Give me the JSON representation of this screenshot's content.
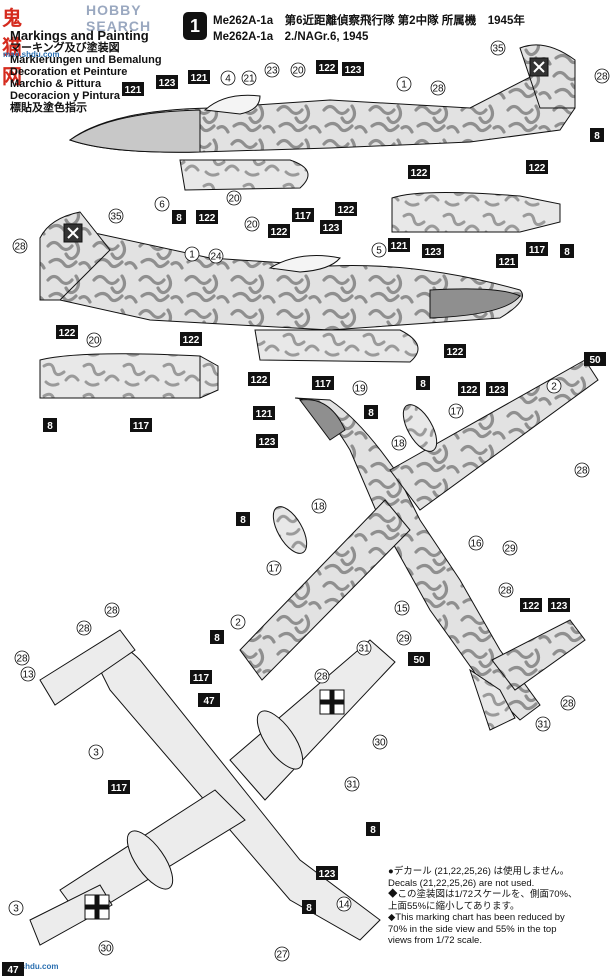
{
  "watermark": {
    "logo": "鬼猫网",
    "search": "HOBBY SEARCH",
    "url_top": "mao.shdu.com",
    "url_bottom": "mao.shdu.com"
  },
  "headings": {
    "languages": [
      "Markings and Painting",
      "マーキング及び塗装図",
      "Markierungen und Bemalung",
      "Decoration et Peinture",
      "Marchio & Pittura",
      "Decoracion y Pintura",
      "標貼及塗色指示"
    ],
    "scheme_number": "1",
    "line1": "Me262A-1a　第6近距離偵察飛行隊 第2中隊 所属機　1945年",
    "line2": "Me262A-1a　2./NAGr.6, 1945"
  },
  "notes": [
    "●デカール (21,22,25,26) は使用しません。",
    "Decals (21,22,25,26) are not used.",
    "◆この塗装図は1/72スケールを、側面70%、",
    "上面55%に縮小してあります。",
    "◆This marking chart has been reduced by",
    "70% in the side view and 55% in the top",
    "views from 1/72 scale."
  ],
  "colors": {
    "camo_dark": "#8f8f8f",
    "camo_light": "#dadada",
    "underside": "#ececec",
    "ink": "#111111"
  },
  "callouts": {
    "color_tags": [
      {
        "id": "t1",
        "label": "121"
      },
      {
        "id": "t2",
        "label": "123"
      },
      {
        "id": "t3",
        "label": "121"
      },
      {
        "id": "t4",
        "label": "122"
      },
      {
        "id": "t5",
        "label": "123"
      },
      {
        "id": "t6",
        "label": "8"
      },
      {
        "id": "t7",
        "label": "8"
      },
      {
        "id": "t8",
        "label": "122"
      },
      {
        "id": "t9",
        "label": "117"
      },
      {
        "id": "t10",
        "label": "122"
      },
      {
        "id": "t11",
        "label": "122"
      },
      {
        "id": "t12",
        "label": "122"
      },
      {
        "id": "t13",
        "label": "117"
      },
      {
        "id": "t14",
        "label": "8"
      },
      {
        "id": "t15",
        "label": "122"
      },
      {
        "id": "t16",
        "label": "123"
      },
      {
        "id": "t17",
        "label": "121"
      },
      {
        "id": "t18",
        "label": "121"
      },
      {
        "id": "t19",
        "label": "123"
      },
      {
        "id": "t20",
        "label": "122"
      },
      {
        "id": "t21",
        "label": "122"
      },
      {
        "id": "t22",
        "label": "122"
      },
      {
        "id": "t23",
        "label": "117"
      },
      {
        "id": "t24",
        "label": "8"
      },
      {
        "id": "t25",
        "label": "122"
      },
      {
        "id": "t26",
        "label": "8"
      },
      {
        "id": "t27",
        "label": "117"
      },
      {
        "id": "t28",
        "label": "121"
      },
      {
        "id": "t29",
        "label": "8"
      },
      {
        "id": "t30",
        "label": "123"
      },
      {
        "id": "t31",
        "label": "122"
      },
      {
        "id": "t32",
        "label": "123"
      },
      {
        "id": "t33",
        "label": "50"
      },
      {
        "id": "t34",
        "label": "8"
      },
      {
        "id": "t35",
        "label": "8"
      },
      {
        "id": "t36",
        "label": "117"
      },
      {
        "id": "t37",
        "label": "47"
      },
      {
        "id": "t38",
        "label": "122"
      },
      {
        "id": "t39",
        "label": "123"
      },
      {
        "id": "t40",
        "label": "50"
      },
      {
        "id": "t41",
        "label": "117"
      },
      {
        "id": "t42",
        "label": "8"
      },
      {
        "id": "t43",
        "label": "123"
      },
      {
        "id": "t44",
        "label": "8"
      },
      {
        "id": "t45",
        "label": "47"
      }
    ],
    "decal_numbers": [
      {
        "id": "n1",
        "label": "4"
      },
      {
        "id": "n2",
        "label": "21"
      },
      {
        "id": "n3",
        "label": "23"
      },
      {
        "id": "n4",
        "label": "20"
      },
      {
        "id": "n5",
        "label": "1"
      },
      {
        "id": "n6",
        "label": "28"
      },
      {
        "id": "n7",
        "label": "35"
      },
      {
        "id": "n8",
        "label": "28"
      },
      {
        "id": "n9",
        "label": "6"
      },
      {
        "id": "n10",
        "label": "20"
      },
      {
        "id": "n11",
        "label": "20"
      },
      {
        "id": "n12",
        "label": "35"
      },
      {
        "id": "n13",
        "label": "28"
      },
      {
        "id": "n14",
        "label": "1"
      },
      {
        "id": "n15",
        "label": "24"
      },
      {
        "id": "n16",
        "label": "5"
      },
      {
        "id": "n17",
        "label": "19"
      },
      {
        "id": "n18",
        "label": "20"
      },
      {
        "id": "n19",
        "label": "2"
      },
      {
        "id": "n20",
        "label": "17"
      },
      {
        "id": "n21",
        "label": "18"
      },
      {
        "id": "n22",
        "label": "28"
      },
      {
        "id": "n23",
        "label": "16"
      },
      {
        "id": "n24",
        "label": "29"
      },
      {
        "id": "n25",
        "label": "18"
      },
      {
        "id": "n26",
        "label": "17"
      },
      {
        "id": "n27",
        "label": "15"
      },
      {
        "id": "n28",
        "label": "28"
      },
      {
        "id": "n29",
        "label": "2"
      },
      {
        "id": "n30",
        "label": "29"
      },
      {
        "id": "n31",
        "label": "28"
      },
      {
        "id": "n32",
        "label": "28"
      },
      {
        "id": "n33",
        "label": "31"
      },
      {
        "id": "n34",
        "label": "28"
      },
      {
        "id": "n35",
        "label": "28"
      },
      {
        "id": "n36",
        "label": "31"
      },
      {
        "id": "n37",
        "label": "28"
      },
      {
        "id": "n38",
        "label": "13"
      },
      {
        "id": "n39",
        "label": "3"
      },
      {
        "id": "n40",
        "label": "30"
      },
      {
        "id": "n41",
        "label": "31"
      },
      {
        "id": "n42",
        "label": "3"
      },
      {
        "id": "n43",
        "label": "30"
      },
      {
        "id": "n44",
        "label": "14"
      },
      {
        "id": "n45",
        "label": "27"
      }
    ]
  }
}
